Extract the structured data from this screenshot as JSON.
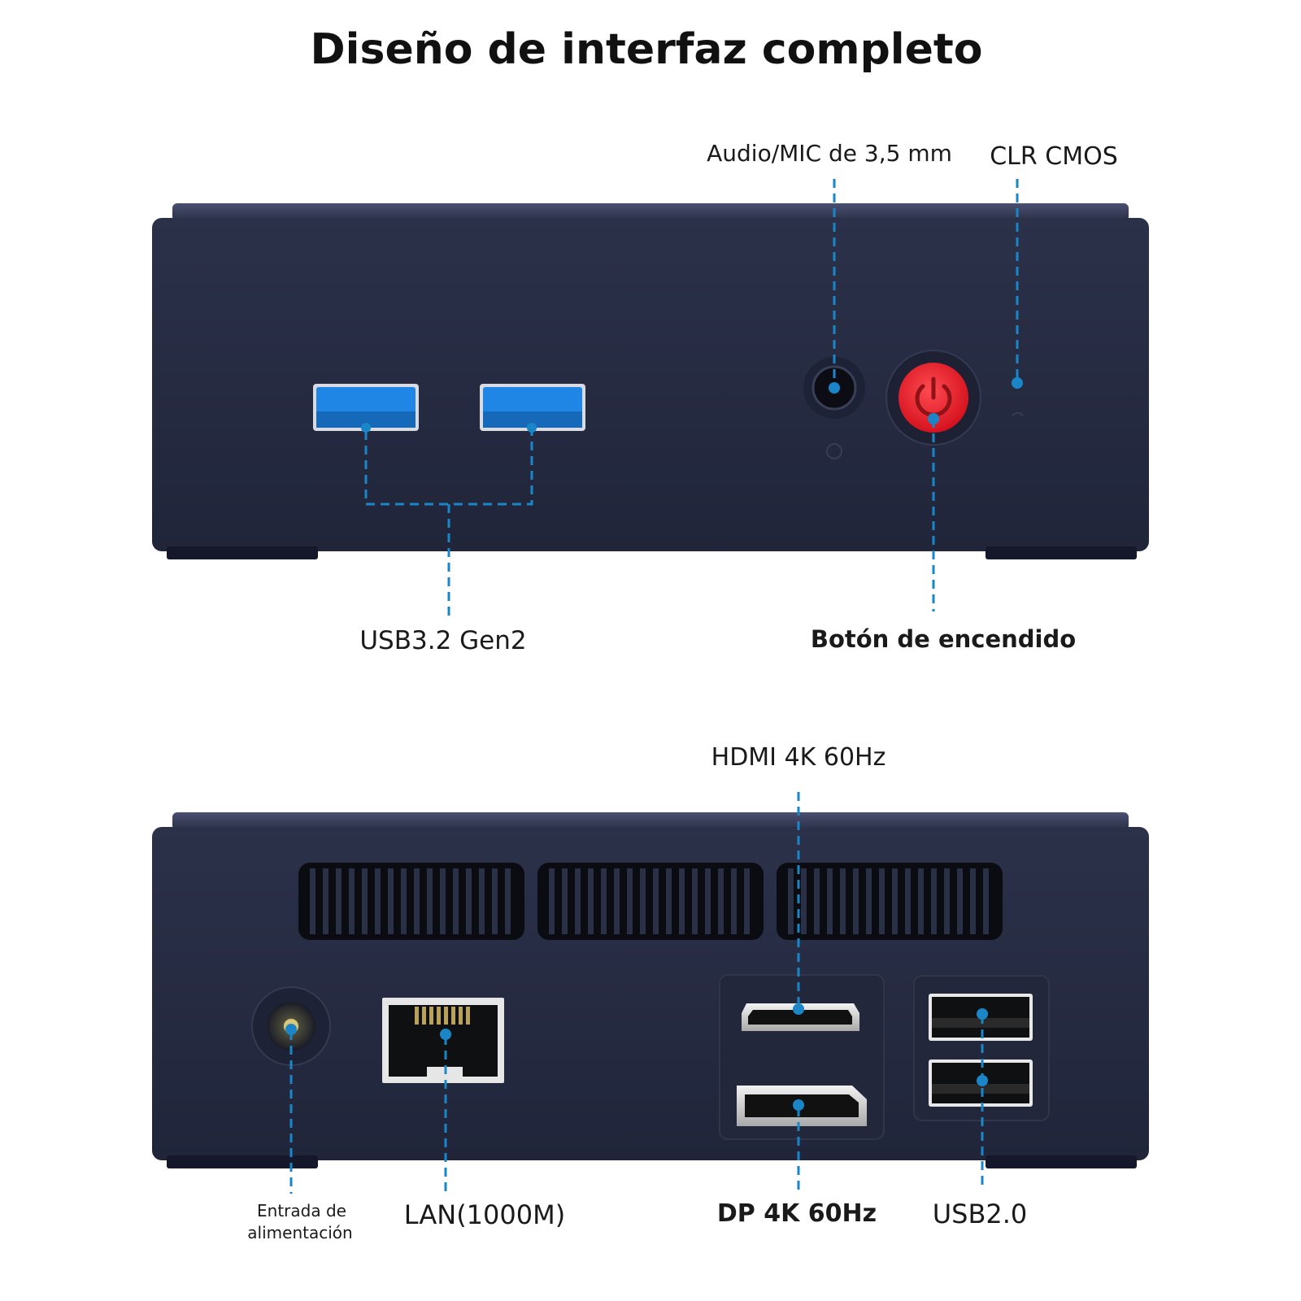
{
  "title": "Diseño de interfaz completo",
  "front": {
    "labels": {
      "audio": "Audio/MIC de 3,5 mm",
      "clr_cmos": "CLR CMOS",
      "usb3": "USB3.2 Gen2",
      "power": "Botón de encendido"
    }
  },
  "back": {
    "labels": {
      "hdmi": "HDMI 4K 60Hz",
      "power_in_line1": "Entrada de",
      "power_in_line2": "alimentación",
      "lan": "LAN(1000M)",
      "dp": "DP 4K 60Hz",
      "usb2": "USB2.0"
    }
  },
  "colors": {
    "case": "#262c42",
    "case_edge": "#3a405a",
    "callout": "#1a86c8",
    "usb3_blue": "#1f86e6",
    "power_red": "#e41e2b"
  }
}
